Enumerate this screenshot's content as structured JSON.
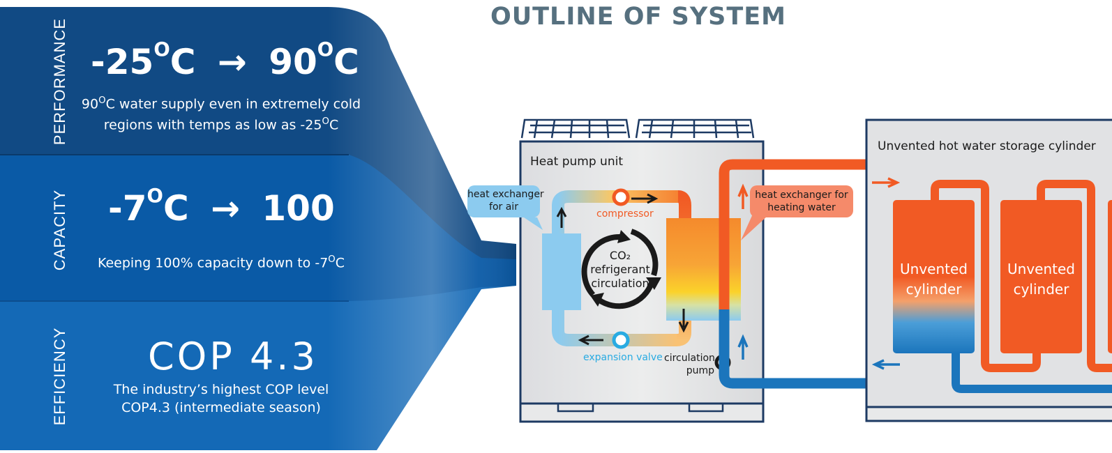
{
  "title": "OUTLINE OF SYSTEM",
  "panels": [
    {
      "category": "PERFORMANCE",
      "headline_a": "-25",
      "headline_a_unit": "C",
      "headline_b": "90",
      "headline_b_unit": "C",
      "desc_line1": "90",
      "desc_line1_rest": "C water supply even in extremely cold",
      "desc_line2": "regions with temps as low as -25",
      "desc_line2_rest": "C"
    },
    {
      "category": "CAPACITY",
      "headline_a": "-7",
      "headline_a_unit": "C",
      "headline_b": "100",
      "desc_line1": "Keeping 100% capacity down to -7",
      "desc_line1_rest": "C"
    },
    {
      "category": "EFFICIENCY",
      "headline": "COP 4.3",
      "desc_line1": "The industry’s highest COP level",
      "desc_line2": "COP4.3 (intermediate season)"
    }
  ],
  "degree_symbol": "O",
  "arrow": "→",
  "diagram": {
    "heat_pump_unit": "Heat pump unit",
    "hx_air_line1": "heat exchanger",
    "hx_air_line2": "for air",
    "compressor": "compressor",
    "co2_line1": "CO₂",
    "co2_line2": "refrigerant",
    "co2_line3": "circulation",
    "expansion_valve": "expansion valve",
    "circ_pump_line1": "circulation",
    "circ_pump_line2": "pump",
    "hx_water_line1": "heat exchanger for",
    "hx_water_line2": "heating water",
    "storage": "Unvented hot water storage cylinder",
    "cyl1_line1": "Unvented",
    "cyl1_line2": "cylinder",
    "cyl2_line1": "Unvented",
    "cyl2_line2": "cylinder"
  },
  "colors": {
    "panel_dark": "#0f4a83",
    "panel_mid": "#0b5aa8",
    "panel_light": "#1469b6",
    "hot": "#f15a24",
    "cold": "#1b75bc",
    "light_blue": "#8ccbef",
    "navy": "#1d3a63",
    "unit_grey": "#e1e2e4"
  }
}
